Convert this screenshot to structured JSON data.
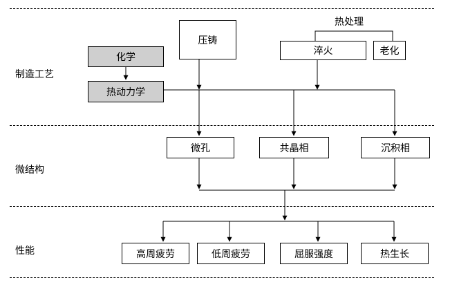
{
  "sections": {
    "process": "制造工艺",
    "microstructure": "微结构",
    "properties": "性能"
  },
  "nodes": {
    "chemistry": "化学",
    "thermodynamics": "热动力学",
    "die_casting": "压铸",
    "heat_treatment": "热处理",
    "quenching": "淬火",
    "aging": "老化",
    "porosity": "微孔",
    "eutectic": "共晶相",
    "precipitate": "沉积相",
    "hcf": "高周疲劳",
    "lcf": "低周疲劳",
    "yield_strength": "屈服强度",
    "thermal_growth": "热生长"
  },
  "colors": {
    "line": "#000000",
    "shaded_box": "#cfcfcf"
  }
}
